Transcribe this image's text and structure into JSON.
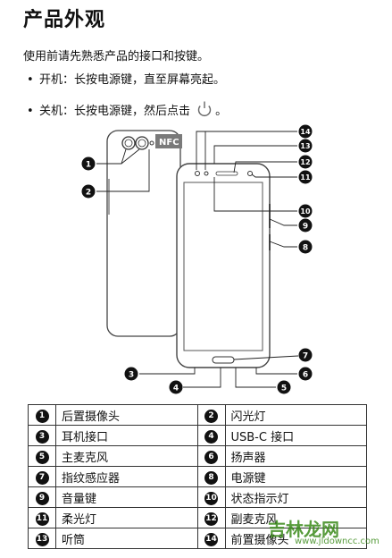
{
  "title": "产品外观",
  "intro": "使用前请先熟悉产品的接口和按键。",
  "bullets": {
    "power_on": "开机：长按电源键，直至屏幕亮起。",
    "power_off_prefix": "关机：长按电源键，然后点击",
    "power_off_suffix": "。"
  },
  "diagram": {
    "nfc_label": "NFC",
    "callouts": [
      "1",
      "2",
      "3",
      "4",
      "5",
      "6",
      "7",
      "8",
      "9",
      "10",
      "11",
      "12",
      "13",
      "14"
    ]
  },
  "legend": [
    [
      {
        "n": "1",
        "label": "后置摄像头"
      },
      {
        "n": "2",
        "label": "闪光灯"
      }
    ],
    [
      {
        "n": "3",
        "label": "耳机接口"
      },
      {
        "n": "4",
        "label": "USB-C 接口"
      }
    ],
    [
      {
        "n": "5",
        "label": "主麦克风"
      },
      {
        "n": "6",
        "label": "扬声器"
      }
    ],
    [
      {
        "n": "7",
        "label": "指纹感应器"
      },
      {
        "n": "8",
        "label": "电源键"
      }
    ],
    [
      {
        "n": "9",
        "label": "音量键"
      },
      {
        "n": "10",
        "label": "状态指示灯"
      }
    ],
    [
      {
        "n": "11",
        "label": "柔光灯"
      },
      {
        "n": "12",
        "label": "副麦克风"
      }
    ],
    [
      {
        "n": "13",
        "label": "听筒"
      },
      {
        "n": "14",
        "label": "前置摄像头"
      }
    ]
  ],
  "watermark": {
    "main": "吉林龙网",
    "sub": "www.jldowncc.com"
  }
}
